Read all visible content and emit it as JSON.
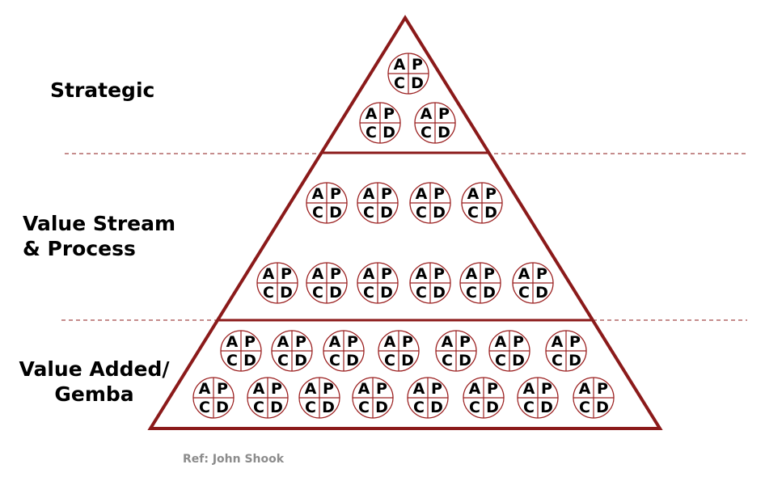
{
  "colors": {
    "outline": "#8b1a1a",
    "circle_outline": "#9b2020",
    "text": "#000000",
    "ref_text": "#8c8c8c"
  },
  "levels": [
    {
      "label": "Strategic",
      "rows": [
        1,
        2
      ]
    },
    {
      "label": "Value Stream\n& Process",
      "rows": [
        4,
        6
      ]
    },
    {
      "label": "Value Added/\nGemba",
      "rows": [
        7,
        8
      ]
    }
  ],
  "pdca_letters": {
    "top_left": "A",
    "top_right": "P",
    "bottom_left": "C",
    "bottom_right": "D"
  },
  "reference": "Ref: John Shook"
}
